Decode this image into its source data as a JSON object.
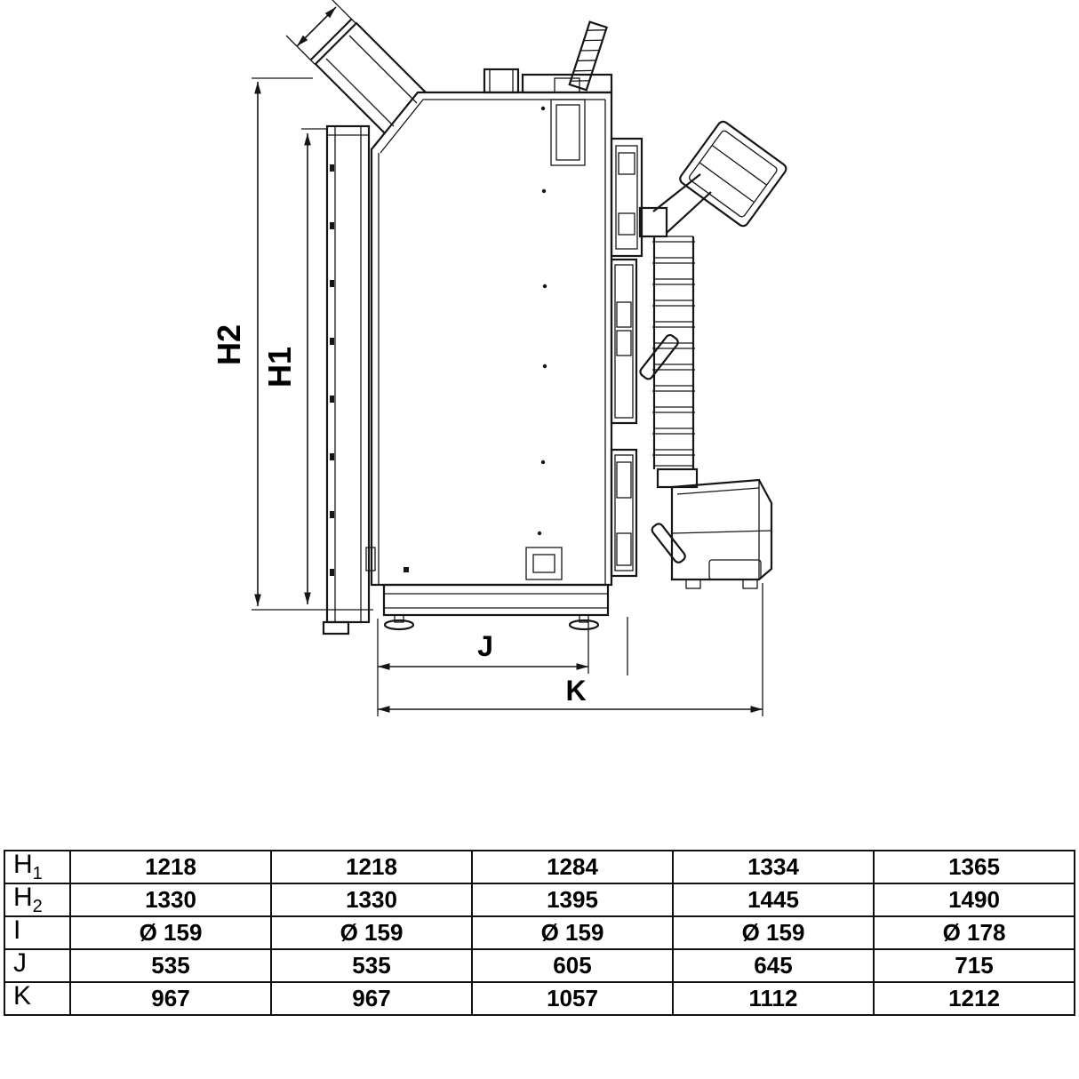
{
  "diagram": {
    "labels": {
      "h2": "H2",
      "h1": "H1",
      "j": "J",
      "k": "K"
    }
  },
  "table": {
    "rows": [
      {
        "label": {
          "main": "H",
          "sub": "1"
        },
        "values": [
          "1218",
          "1218",
          "1284",
          "1334",
          "1365"
        ]
      },
      {
        "label": {
          "main": "H",
          "sub": "2"
        },
        "values": [
          "1330",
          "1330",
          "1395",
          "1445",
          "1490"
        ]
      },
      {
        "label": {
          "main": "I",
          "sub": ""
        },
        "values": [
          "Ø 159",
          "Ø 159",
          "Ø 159",
          "Ø 159",
          "Ø 178"
        ]
      },
      {
        "label": {
          "main": "J",
          "sub": ""
        },
        "values": [
          "535",
          "535",
          "605",
          "645",
          "715"
        ]
      },
      {
        "label": {
          "main": "K",
          "sub": ""
        },
        "values": [
          "967",
          "967",
          "1057",
          "1112",
          "1212"
        ]
      }
    ]
  }
}
